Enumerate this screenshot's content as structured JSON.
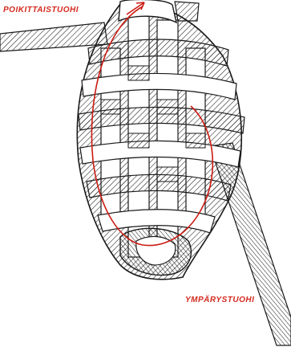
{
  "labels": {
    "top": "POIKITTAISTUOHI",
    "bottom": "YMPÄRYSTUOHI"
  },
  "colors": {
    "label": "#d42a1e",
    "annotation_line": "#cc1b12",
    "ink": "#1a1a1a",
    "paper": "#ffffff"
  },
  "icons": {
    "artwork": "woven-birch-bark-shoe-sketch",
    "pointer": "red-arrow"
  }
}
